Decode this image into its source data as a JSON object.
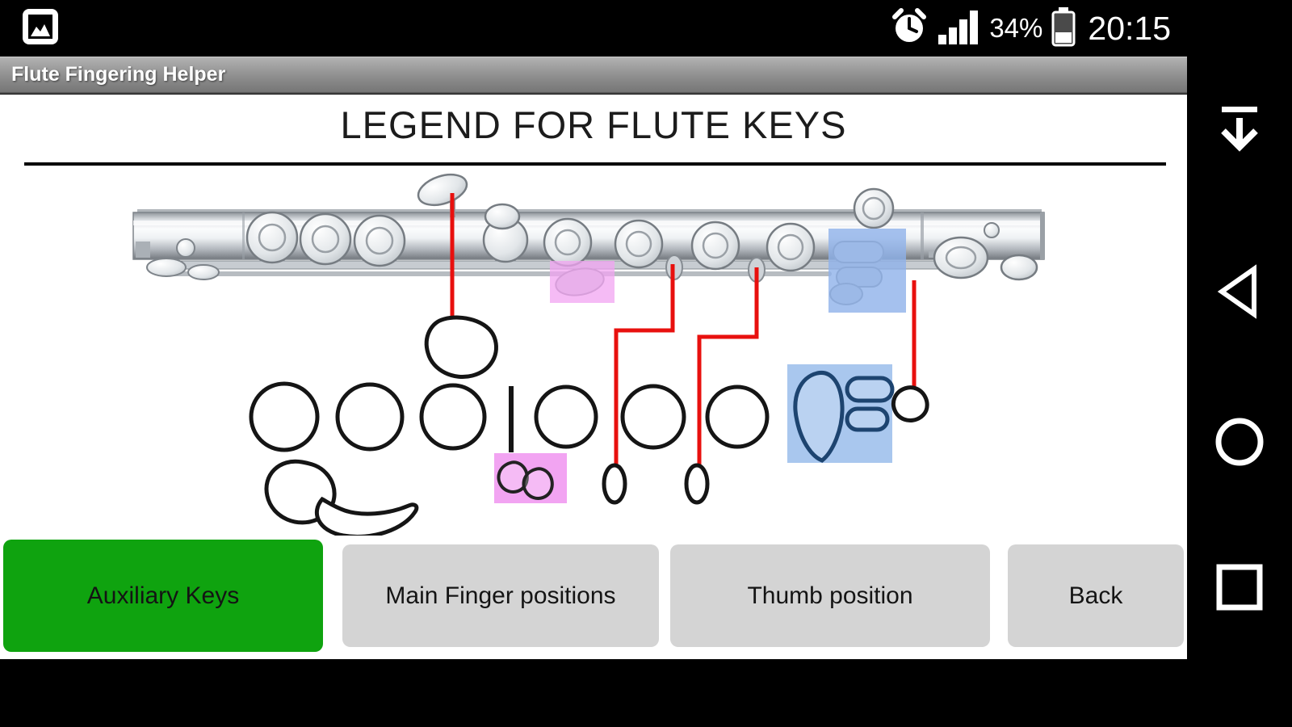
{
  "status_bar": {
    "battery_percent": "34%",
    "time": "20:15",
    "icons": {
      "notification": "image-notification-icon",
      "alarm": "alarm-clock-icon",
      "signal": "signal-bars-icon",
      "battery": "battery-icon"
    }
  },
  "title_bar": {
    "app_title": "Flute Fingering Helper"
  },
  "page": {
    "title": "LEGEND FOR FLUTE KEYS"
  },
  "buttons": {
    "auxiliary_keys": "Auxiliary Keys",
    "main_finger_positions": "Main Finger positions",
    "thumb_position": "Thumb position",
    "back": "Back"
  },
  "colors": {
    "active_button_green": "#0fa30f",
    "inactive_button_gray": "#d4d4d4",
    "highlight_pink": "#f2a4f2",
    "highlight_blue": "#8fb2ea",
    "connector_red": "#e8100e"
  },
  "nav_bar": {
    "icons": [
      "hide-keyboard-icon",
      "back-icon",
      "home-icon",
      "recents-icon"
    ]
  }
}
